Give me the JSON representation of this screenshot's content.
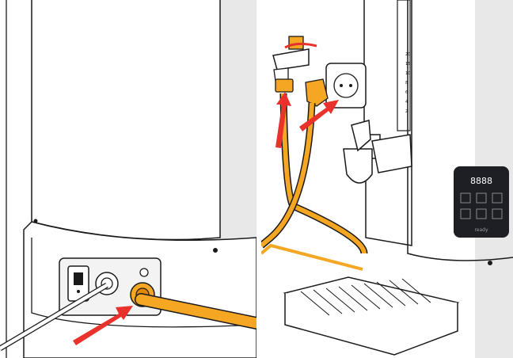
{
  "illustration": {
    "panels": [
      {
        "id": "left",
        "subject": "power-cord-and-hose-connection"
      },
      {
        "id": "right",
        "subject": "tap-and-socket-connection"
      }
    ]
  },
  "control_panel": {
    "display_digits": "8888",
    "status_label": "ready",
    "scale_marks": [
      "20",
      "15",
      "10",
      "8",
      "6",
      "4",
      "2"
    ]
  },
  "colors": {
    "hose": "#f5a623",
    "hose_dark": "#e08a00",
    "arrow": "#e8322b",
    "outline": "#1a1a1a",
    "panel_bg": "#1e1f24",
    "shadow": "#e6e6e6"
  }
}
